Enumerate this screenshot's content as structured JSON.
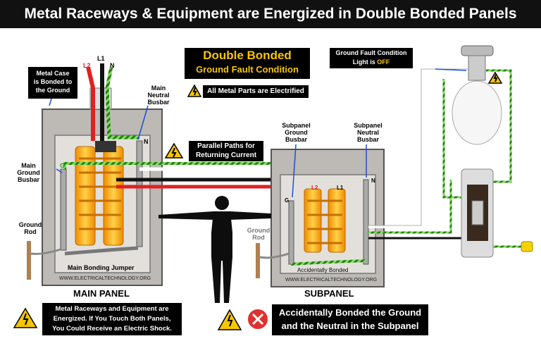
{
  "title": "Metal Raceways & Equipment are Energized in Double Bonded Panels",
  "labels": {
    "metal_case": [
      "Metal Case",
      "is Bonded to",
      "the Ground"
    ],
    "main_ground_busbar": [
      "Main",
      "Ground",
      "Busbar"
    ],
    "main_neutral_busbar": [
      "Main",
      "Neutral",
      "Busbar"
    ],
    "ground_rod_main": [
      "Ground",
      "Rod"
    ],
    "ground_rod_sub": [
      "Ground",
      "Rod"
    ],
    "subpanel_ground_busbar": [
      "Subpanel",
      "Ground",
      "Busbar"
    ],
    "subpanel_neutral_busbar": [
      "Subpanel",
      "Neutral",
      "Busbar"
    ],
    "main_bonding_jumper": "Main Bonding Jumper",
    "accidentally_bonded": "Accidentally Bonded",
    "light_status": [
      "Ground Fault Condition",
      "Light is ",
      "OFF"
    ],
    "parallel_paths": [
      "Parallel Paths for",
      "Returning Current"
    ],
    "l1": "L1",
    "l2": "L2",
    "n": "N",
    "g": "G"
  },
  "headline": {
    "line1": "Double Bonded",
    "line2": "Ground Fault Condition",
    "note": "All Metal Parts are Electrified"
  },
  "panels": {
    "main": "MAIN PANEL",
    "sub": "SUBPANEL",
    "watermark": "WWW.ELECTRICALTECHNOLOGY.ORG"
  },
  "footer": {
    "left": [
      "Metal Raceways and Equipment are",
      "Energized. If You Touch Both Panels,",
      "You Could Receive an Electric Shock."
    ],
    "right": [
      "Accidentally Bonded the Ground",
      "and the Neutral in the Subpanel"
    ]
  },
  "colors": {
    "line_red": "#e02020",
    "line_black": "#111111",
    "neutral_white": "#ffffff",
    "ground_green": "#5ad23c",
    "busbar_orange": "#f5a623",
    "panel_gray": "#cfcbc7",
    "accent_yellow": "#f7c600"
  }
}
